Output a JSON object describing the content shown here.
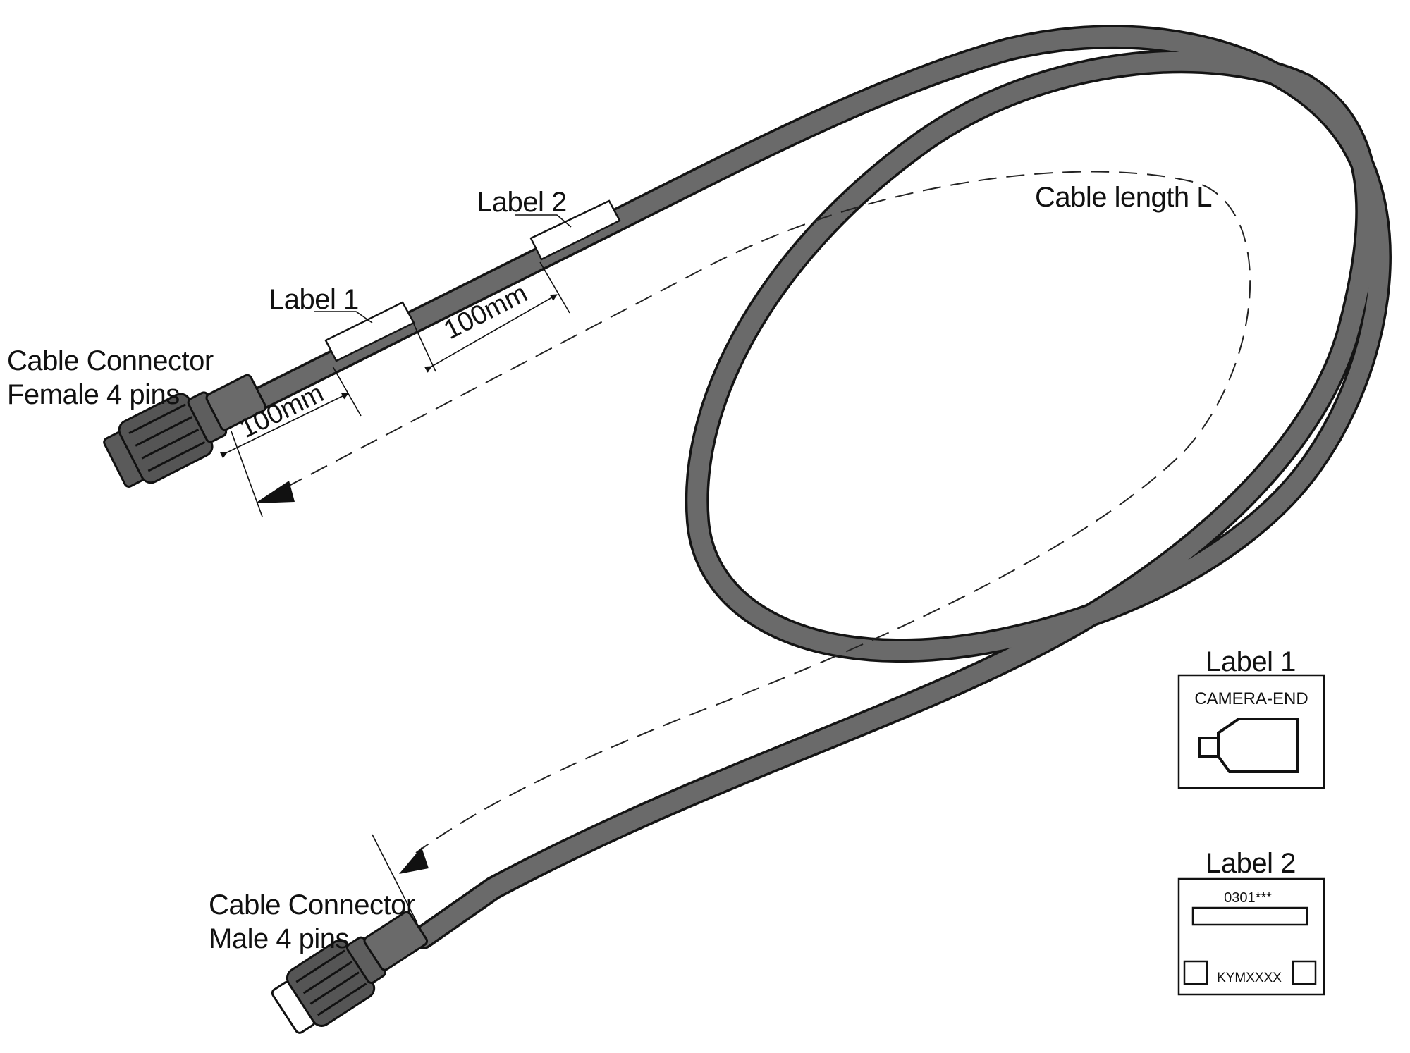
{
  "labels": {
    "label2_callout": "Label 2",
    "label1_callout": "Label 1",
    "cable_length": "Cable length L",
    "female_line1": "Cable Connector",
    "female_line2": "Female 4 pins",
    "male_line1": "Cable Connector",
    "male_line2": "Male 4 pins",
    "dim_first": "100mm",
    "dim_second": "100mm"
  },
  "label1_box": {
    "title": "Label 1",
    "text": "CAMERA-END"
  },
  "label2_box": {
    "title": "Label 2",
    "code": "0301***",
    "serial": "KYMXXXX"
  },
  "colors": {
    "cable": "#6a6a6a",
    "outline": "#141414",
    "background": "#ffffff"
  }
}
